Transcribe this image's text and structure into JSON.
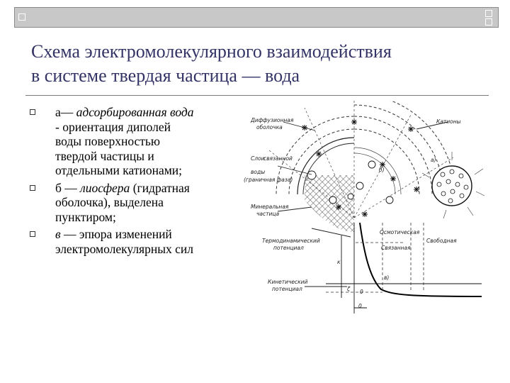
{
  "slide": {
    "title_line1": "Схема электромолекулярного взаимодействия",
    "title_line2": "в системе твердая частица — вода",
    "bullets": [
      {
        "term": "а—",
        "term_italic": " адсорбированная вода",
        "lines": [
          "- ориентация диполей",
          "воды  поверхностью",
          "твердой частицы и",
          "отдельными катионами;"
        ]
      },
      {
        "term": "б — ",
        "term_italic": "лиосфера",
        "term_rest": " (гидратная",
        "lines": [
          "оболочка), выделена",
          "пунктиром;"
        ]
      },
      {
        "term": "в",
        "term_italic": "",
        "term_rest": " — эпюра изменений",
        "lines": [
          "электромолекулярных сил"
        ]
      }
    ]
  },
  "diagram": {
    "labels": {
      "diffuse_1": "Диффузионная",
      "diffuse_2": "оболочка",
      "cations": "Катионы",
      "layers_1": "Слои",
      "layers_2": "связанной",
      "layers_3": "воды",
      "layers_4": "(граничная фаза)",
      "mineral_1": "Минеральная",
      "mineral_2": "частица",
      "label_a": "а)",
      "label_b": "б)",
      "label_v": "в)",
      "osmotic": "Осмотическая",
      "free": "Свободная",
      "bound": "Связанная",
      "thermo_1": "Термодинамический",
      "thermo_2": "потенциал",
      "kinetic_1": "Кинетический",
      "kinetic_2": "потенциал",
      "k_symbol": "к",
      "zeta": "ζ",
      "zero": "0"
    }
  }
}
